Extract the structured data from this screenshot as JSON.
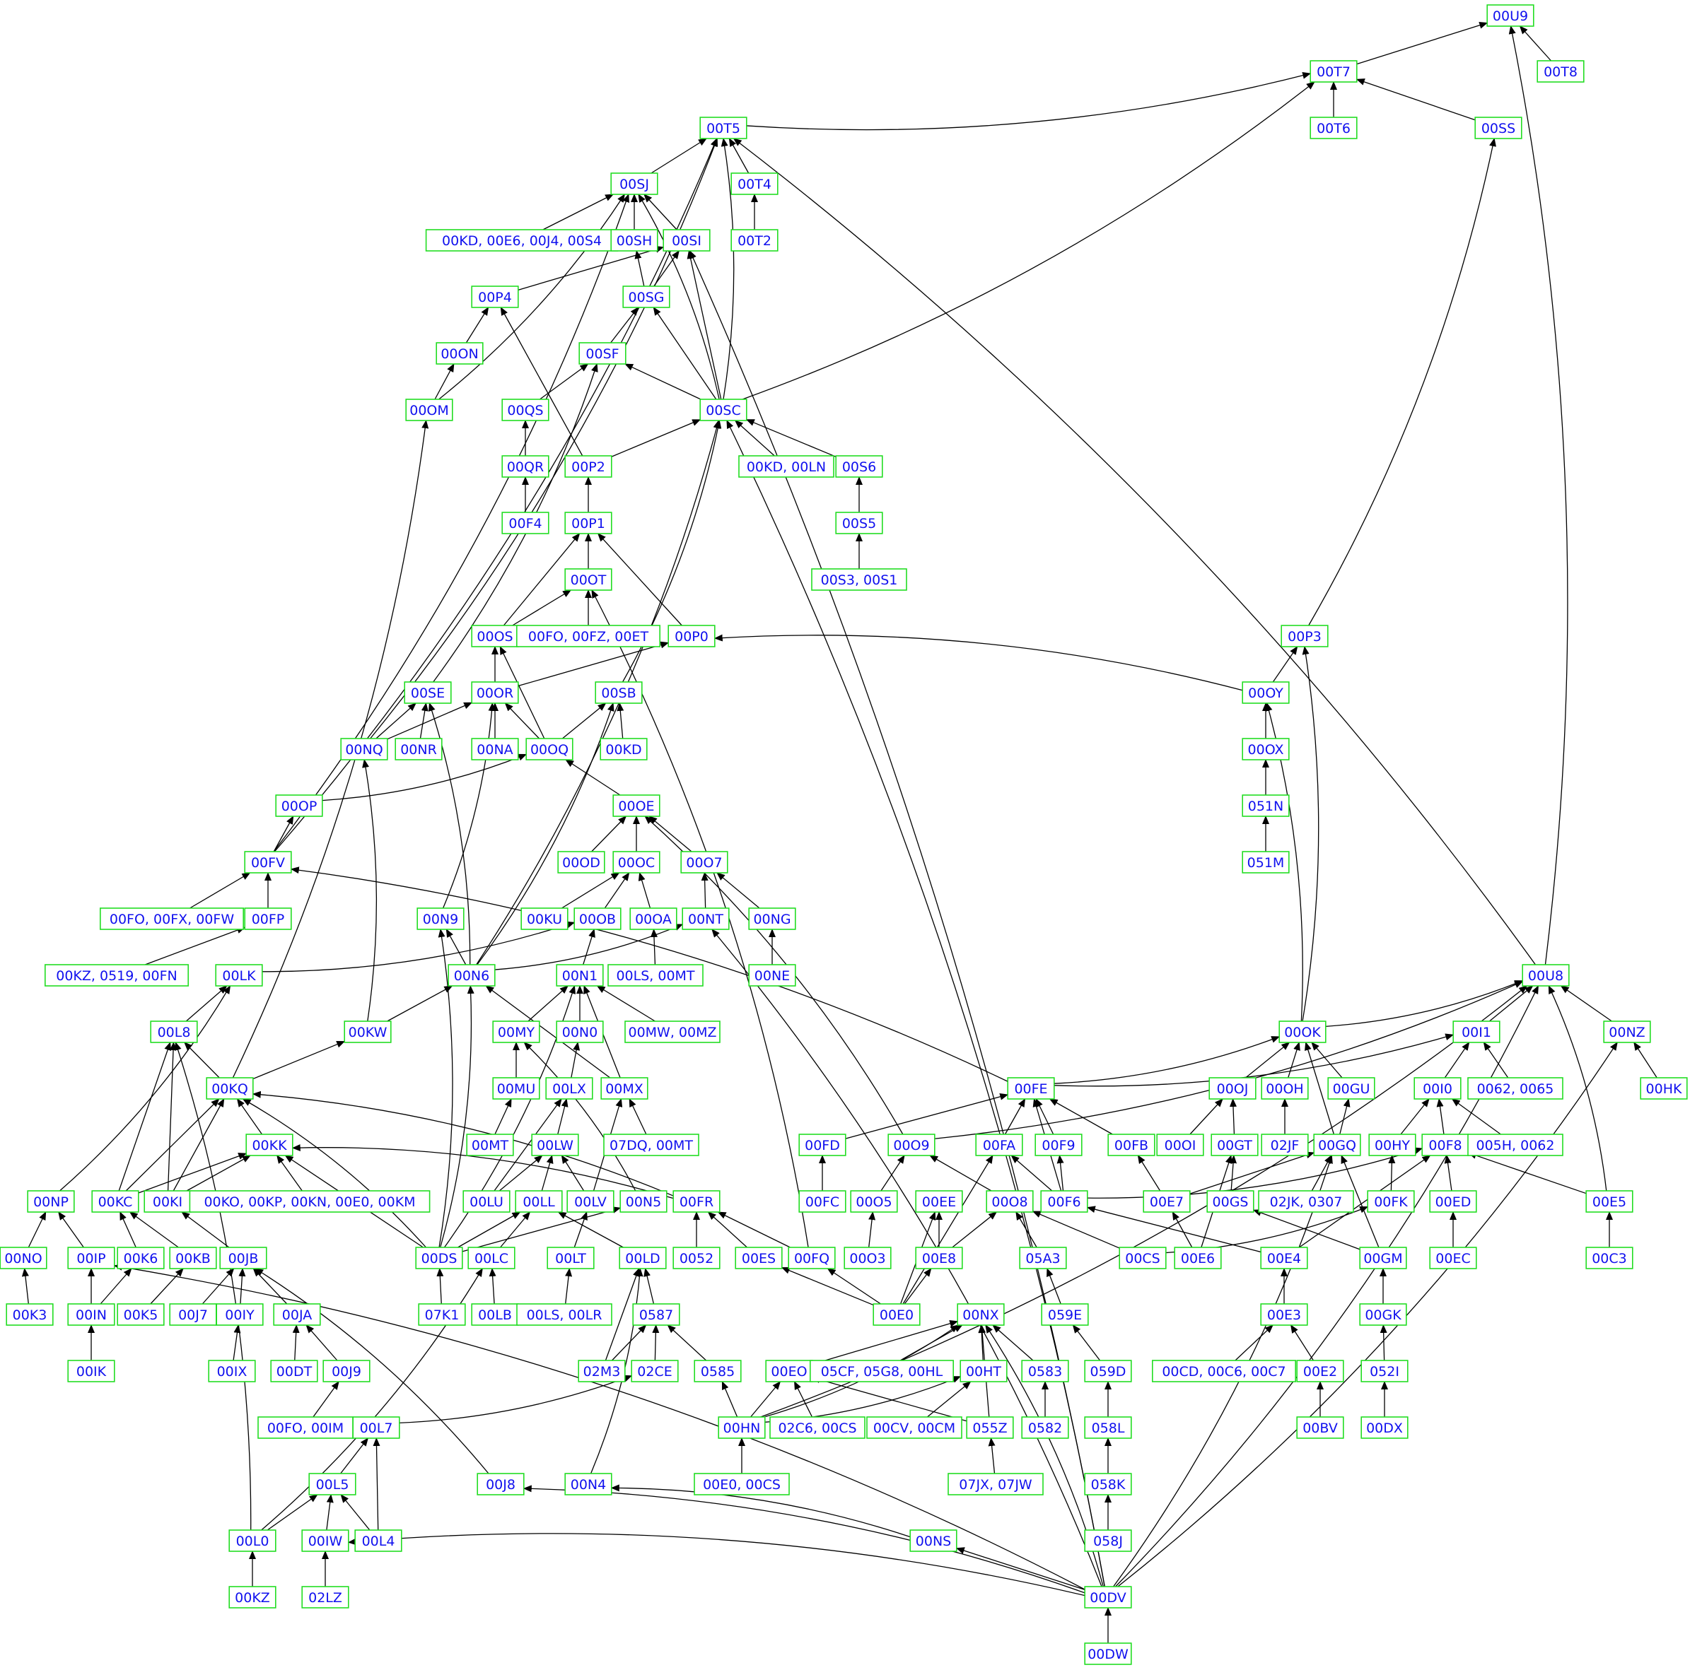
{
  "diagram": {
    "nodes": [
      {
        "id": "n_00U9",
        "label": "00U9"
      },
      {
        "id": "n_00T7",
        "label": "00T7"
      },
      {
        "id": "n_00T8",
        "label": "00T8"
      },
      {
        "id": "n_00T5",
        "label": "00T5"
      },
      {
        "id": "n_00T6",
        "label": "00T6"
      },
      {
        "id": "n_00SS",
        "label": "00SS"
      },
      {
        "id": "n_00SJ",
        "label": "00SJ"
      },
      {
        "id": "n_00T4",
        "label": "00T4"
      },
      {
        "id": "n_kd_e6",
        "label": "00KD, 00E6, 00J4, 00S4"
      },
      {
        "id": "n_00SH",
        "label": "00SH"
      },
      {
        "id": "n_00SI",
        "label": "00SI"
      },
      {
        "id": "n_00T2",
        "label": "00T2"
      },
      {
        "id": "n_00P4",
        "label": "00P4"
      },
      {
        "id": "n_00SG",
        "label": "00SG"
      },
      {
        "id": "n_00ON",
        "label": "00ON"
      },
      {
        "id": "n_00SF",
        "label": "00SF"
      },
      {
        "id": "n_00OM",
        "label": "00OM"
      },
      {
        "id": "n_00QS",
        "label": "00QS"
      },
      {
        "id": "n_00SC",
        "label": "00SC"
      },
      {
        "id": "n_00QR",
        "label": "00QR"
      },
      {
        "id": "n_00P2",
        "label": "00P2"
      },
      {
        "id": "n_kd_ln",
        "label": "00KD, 00LN"
      },
      {
        "id": "n_00S6",
        "label": "00S6"
      },
      {
        "id": "n_00F4",
        "label": "00F4"
      },
      {
        "id": "n_00P1",
        "label": "00P1"
      },
      {
        "id": "n_00S5",
        "label": "00S5"
      },
      {
        "id": "n_00OT",
        "label": "00OT"
      },
      {
        "id": "n_s3_s1",
        "label": "00S3, 00S1"
      },
      {
        "id": "n_00OS",
        "label": "00OS"
      },
      {
        "id": "n_fo_fz",
        "label": "00FO, 00FZ, 00ET"
      },
      {
        "id": "n_00P0",
        "label": "00P0"
      },
      {
        "id": "n_00P3",
        "label": "00P3"
      },
      {
        "id": "n_00SE",
        "label": "00SE"
      },
      {
        "id": "n_00OR",
        "label": "00OR"
      },
      {
        "id": "n_00SB",
        "label": "00SB"
      },
      {
        "id": "n_00OY",
        "label": "00OY"
      },
      {
        "id": "n_00NQ",
        "label": "00NQ"
      },
      {
        "id": "n_00NR",
        "label": "00NR"
      },
      {
        "id": "n_00NA",
        "label": "00NA"
      },
      {
        "id": "n_00OQ",
        "label": "00OQ"
      },
      {
        "id": "n_00KD",
        "label": "00KD"
      },
      {
        "id": "n_00OX",
        "label": "00OX"
      },
      {
        "id": "n_00OP",
        "label": "00OP"
      },
      {
        "id": "n_00OE",
        "label": "00OE"
      },
      {
        "id": "n_051N",
        "label": "051N"
      },
      {
        "id": "n_00FV",
        "label": "00FV"
      },
      {
        "id": "n_00OD",
        "label": "00OD"
      },
      {
        "id": "n_00OC",
        "label": "00OC"
      },
      {
        "id": "n_00O7",
        "label": "00O7"
      },
      {
        "id": "n_051M",
        "label": "051M"
      },
      {
        "id": "n_fo_fx",
        "label": "00FO, 00FX, 00FW"
      },
      {
        "id": "n_00FP",
        "label": "00FP"
      },
      {
        "id": "n_00N9",
        "label": "00N9"
      },
      {
        "id": "n_00KU",
        "label": "00KU"
      },
      {
        "id": "n_00OB",
        "label": "00OB"
      },
      {
        "id": "n_00OA",
        "label": "00OA"
      },
      {
        "id": "n_00NT",
        "label": "00NT"
      },
      {
        "id": "n_00NG",
        "label": "00NG"
      },
      {
        "id": "n_kz_0519",
        "label": "00KZ, 0519, 00FN"
      },
      {
        "id": "n_00LK",
        "label": "00LK"
      },
      {
        "id": "n_00N6",
        "label": "00N6"
      },
      {
        "id": "n_00N1",
        "label": "00N1"
      },
      {
        "id": "n_ls_mt",
        "label": "00LS, 00MT"
      },
      {
        "id": "n_00NE",
        "label": "00NE"
      },
      {
        "id": "n_00U8",
        "label": "00U8"
      },
      {
        "id": "n_00L8",
        "label": "00L8"
      },
      {
        "id": "n_00KW",
        "label": "00KW"
      },
      {
        "id": "n_00MY",
        "label": "00MY"
      },
      {
        "id": "n_00N0",
        "label": "00N0"
      },
      {
        "id": "n_mw_mz",
        "label": "00MW, 00MZ"
      },
      {
        "id": "n_00OK",
        "label": "00OK"
      },
      {
        "id": "n_00I1",
        "label": "00I1"
      },
      {
        "id": "n_00NZ",
        "label": "00NZ"
      },
      {
        "id": "n_00KQ",
        "label": "00KQ"
      },
      {
        "id": "n_00MU",
        "label": "00MU"
      },
      {
        "id": "n_00LX",
        "label": "00LX"
      },
      {
        "id": "n_00MX",
        "label": "00MX"
      },
      {
        "id": "n_00FE",
        "label": "00FE"
      },
      {
        "id": "n_00OJ",
        "label": "00OJ"
      },
      {
        "id": "n_00OH",
        "label": "00OH"
      },
      {
        "id": "n_00GU",
        "label": "00GU"
      },
      {
        "id": "n_00I0",
        "label": "00I0"
      },
      {
        "id": "n_0062_0065",
        "label": "0062, 0065"
      },
      {
        "id": "n_00HK",
        "label": "00HK"
      },
      {
        "id": "n_00KK",
        "label": "00KK"
      },
      {
        "id": "n_00MT",
        "label": "00MT"
      },
      {
        "id": "n_00LW",
        "label": "00LW"
      },
      {
        "id": "n_07dq",
        "label": "07DQ, 00MT"
      },
      {
        "id": "n_00FD",
        "label": "00FD"
      },
      {
        "id": "n_00O9",
        "label": "00O9"
      },
      {
        "id": "n_00FA",
        "label": "00FA"
      },
      {
        "id": "n_00F9",
        "label": "00F9"
      },
      {
        "id": "n_00FB",
        "label": "00FB"
      },
      {
        "id": "n_00OI",
        "label": "00OI"
      },
      {
        "id": "n_00GT",
        "label": "00GT"
      },
      {
        "id": "n_02JF",
        "label": "02JF"
      },
      {
        "id": "n_00GQ",
        "label": "00GQ"
      },
      {
        "id": "n_00HY",
        "label": "00HY"
      },
      {
        "id": "n_00F8",
        "label": "00F8"
      },
      {
        "id": "n_005h",
        "label": "005H, 0062"
      },
      {
        "id": "n_00NP",
        "label": "00NP"
      },
      {
        "id": "n_00KC",
        "label": "00KC"
      },
      {
        "id": "n_00KI",
        "label": "00KI"
      },
      {
        "id": "n_ko_kp",
        "label": "00KO, 00KP, 00KN, 00E0, 00KM"
      },
      {
        "id": "n_00LU",
        "label": "00LU"
      },
      {
        "id": "n_00LL",
        "label": "00LL"
      },
      {
        "id": "n_00LV",
        "label": "00LV"
      },
      {
        "id": "n_00N5",
        "label": "00N5"
      },
      {
        "id": "n_00FR",
        "label": "00FR"
      },
      {
        "id": "n_00FC",
        "label": "00FC"
      },
      {
        "id": "n_00O5",
        "label": "00O5"
      },
      {
        "id": "n_00EE",
        "label": "00EE"
      },
      {
        "id": "n_00O8",
        "label": "00O8"
      },
      {
        "id": "n_00F6",
        "label": "00F6"
      },
      {
        "id": "n_00E7",
        "label": "00E7"
      },
      {
        "id": "n_00GS",
        "label": "00GS"
      },
      {
        "id": "n_02jk",
        "label": "02JK, 0307"
      },
      {
        "id": "n_00FK",
        "label": "00FK"
      },
      {
        "id": "n_00ED",
        "label": "00ED"
      },
      {
        "id": "n_00E5",
        "label": "00E5"
      },
      {
        "id": "n_00NO",
        "label": "00NO"
      },
      {
        "id": "n_00IP",
        "label": "00IP"
      },
      {
        "id": "n_00K6",
        "label": "00K6"
      },
      {
        "id": "n_00KB",
        "label": "00KB"
      },
      {
        "id": "n_00JB",
        "label": "00JB"
      },
      {
        "id": "n_00DS",
        "label": "00DS"
      },
      {
        "id": "n_00LC",
        "label": "00LC"
      },
      {
        "id": "n_00LT",
        "label": "00LT"
      },
      {
        "id": "n_00LD",
        "label": "00LD"
      },
      {
        "id": "n_0052",
        "label": "0052"
      },
      {
        "id": "n_00ES",
        "label": "00ES"
      },
      {
        "id": "n_00FQ",
        "label": "00FQ"
      },
      {
        "id": "n_00O3",
        "label": "00O3"
      },
      {
        "id": "n_00E8",
        "label": "00E8"
      },
      {
        "id": "n_05A3",
        "label": "05A3"
      },
      {
        "id": "n_00CS",
        "label": "00CS"
      },
      {
        "id": "n_00E6",
        "label": "00E6"
      },
      {
        "id": "n_00E4",
        "label": "00E4"
      },
      {
        "id": "n_00GM",
        "label": "00GM"
      },
      {
        "id": "n_00EC",
        "label": "00EC"
      },
      {
        "id": "n_00C3",
        "label": "00C3"
      },
      {
        "id": "n_00K3",
        "label": "00K3"
      },
      {
        "id": "n_00IN",
        "label": "00IN"
      },
      {
        "id": "n_00K5",
        "label": "00K5"
      },
      {
        "id": "n_00J7",
        "label": "00J7"
      },
      {
        "id": "n_00IY",
        "label": "00IY"
      },
      {
        "id": "n_00JA",
        "label": "00JA"
      },
      {
        "id": "n_07K1",
        "label": "07K1"
      },
      {
        "id": "n_00LB",
        "label": "00LB"
      },
      {
        "id": "n_ls_lr",
        "label": "00LS, 00LR"
      },
      {
        "id": "n_0587",
        "label": "0587"
      },
      {
        "id": "n_00E0",
        "label": "00E0"
      },
      {
        "id": "n_00NX",
        "label": "00NX"
      },
      {
        "id": "n_059E",
        "label": "059E"
      },
      {
        "id": "n_00E3",
        "label": "00E3"
      },
      {
        "id": "n_00GK",
        "label": "00GK"
      },
      {
        "id": "n_00IK",
        "label": "00IK"
      },
      {
        "id": "n_00IX",
        "label": "00IX"
      },
      {
        "id": "n_00DT",
        "label": "00DT"
      },
      {
        "id": "n_00J9",
        "label": "00J9"
      },
      {
        "id": "n_02M3",
        "label": "02M3"
      },
      {
        "id": "n_02CE",
        "label": "02CE"
      },
      {
        "id": "n_0585",
        "label": "0585"
      },
      {
        "id": "n_00EO",
        "label": "00EO"
      },
      {
        "id": "n_05cf",
        "label": "05CF, 05G8, 00HL"
      },
      {
        "id": "n_00HT",
        "label": "00HT"
      },
      {
        "id": "n_0583",
        "label": "0583"
      },
      {
        "id": "n_059D",
        "label": "059D"
      },
      {
        "id": "n_cd_c6",
        "label": "00CD, 00C6, 00C7"
      },
      {
        "id": "n_00E2",
        "label": "00E2"
      },
      {
        "id": "n_052I",
        "label": "052I"
      },
      {
        "id": "n_fo_im",
        "label": "00FO, 00IM"
      },
      {
        "id": "n_00L7",
        "label": "00L7"
      },
      {
        "id": "n_00HN",
        "label": "00HN"
      },
      {
        "id": "n_02c6",
        "label": "02C6, 00CS"
      },
      {
        "id": "n_cv_cm",
        "label": "00CV, 00CM"
      },
      {
        "id": "n_055Z",
        "label": "055Z"
      },
      {
        "id": "n_0582",
        "label": "0582"
      },
      {
        "id": "n_058L",
        "label": "058L"
      },
      {
        "id": "n_00BV",
        "label": "00BV"
      },
      {
        "id": "n_00DX",
        "label": "00DX"
      },
      {
        "id": "n_00L5",
        "label": "00L5"
      },
      {
        "id": "n_00J8",
        "label": "00J8"
      },
      {
        "id": "n_00N4",
        "label": "00N4"
      },
      {
        "id": "n_e0_cs",
        "label": "00E0, 00CS"
      },
      {
        "id": "n_07jx",
        "label": "07JX, 07JW"
      },
      {
        "id": "n_058K",
        "label": "058K"
      },
      {
        "id": "n_00L0",
        "label": "00L0"
      },
      {
        "id": "n_00IW",
        "label": "00IW"
      },
      {
        "id": "n_00L4",
        "label": "00L4"
      },
      {
        "id": "n_00NS",
        "label": "00NS"
      },
      {
        "id": "n_058J",
        "label": "058J"
      },
      {
        "id": "n_00KZ",
        "label": "00KZ"
      },
      {
        "id": "n_02LZ",
        "label": "02LZ"
      },
      {
        "id": "n_00DV",
        "label": "00DV"
      },
      {
        "id": "n_00DW",
        "label": "00DW"
      }
    ]
  }
}
